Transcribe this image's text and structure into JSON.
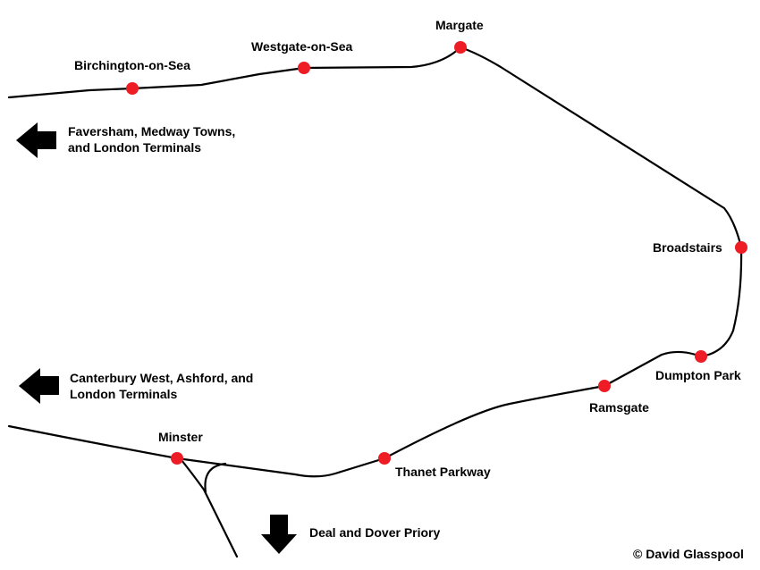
{
  "colors": {
    "track": "#000000",
    "station": "#ee1c25",
    "background": "#ffffff",
    "arrow": "#000000"
  },
  "stations": [
    {
      "name": "Birchington-on-Sea"
    },
    {
      "name": "Westgate-on-Sea"
    },
    {
      "name": "Margate"
    },
    {
      "name": "Broadstairs"
    },
    {
      "name": "Dumpton Park"
    },
    {
      "name": "Ramsgate"
    },
    {
      "name": "Thanet Parkway"
    },
    {
      "name": "Minster"
    }
  ],
  "destinations": {
    "north_west": {
      "line1": "Faversham, Medway Towns,",
      "line2": "and London Terminals",
      "icon": "arrow-left-icon"
    },
    "west": {
      "line1": "Canterbury West, Ashford, and",
      "line2": "London Terminals",
      "icon": "arrow-left-icon"
    },
    "south": {
      "line1": "Deal and Dover Priory",
      "icon": "arrow-down-icon"
    }
  },
  "credit": "© David Glasspool"
}
